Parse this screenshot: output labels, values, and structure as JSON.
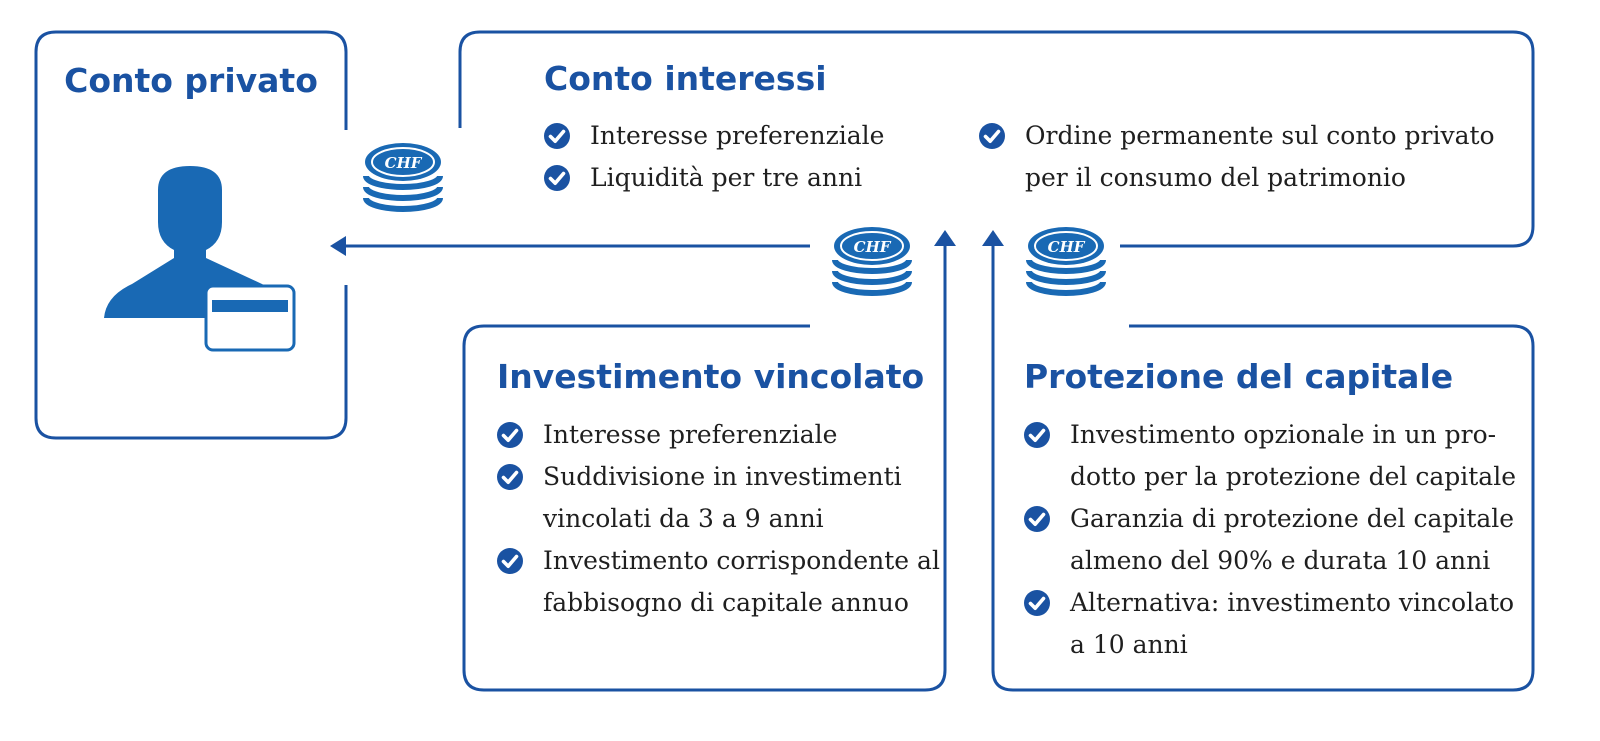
{
  "colors": {
    "accent": "#1a52a2",
    "icon_fill": "#1969b4",
    "text": "#1f1f1f"
  },
  "icons": {
    "person": "user-card-icon",
    "coin": "chf-coin-stack-icon",
    "check": "check-circle-icon"
  },
  "coin_label": "CHF",
  "conto_privato": {
    "title": "Conto privato"
  },
  "conto_interessi": {
    "title": "Conto interessi",
    "items_left": [
      "Interesse preferenziale",
      "Liquidità per tre anni"
    ],
    "items_right": [
      {
        "line1": "Ordine permanente sul conto privato",
        "line2": "per il consumo del patrimonio"
      }
    ]
  },
  "investimento_vincolato": {
    "title": "Investimento vincolato",
    "items": [
      {
        "line1": "Interesse preferenziale",
        "line2": ""
      },
      {
        "line1": "Suddivisione in investimenti",
        "line2": "vincolati da 3 a 9 anni"
      },
      {
        "line1": "Investimento corrispondente al",
        "line2": "fabbisogno di capitale annuo"
      }
    ]
  },
  "protezione_capitale": {
    "title": "Protezione del capitale",
    "items": [
      {
        "line1": "Investimento opzionale in un pro-",
        "line2": "dotto per la protezione del capitale"
      },
      {
        "line1": "Garanzia di protezione del capitale",
        "line2": "almeno del 90% e durata 10 anni"
      },
      {
        "line1": "Alternativa: investimento vincolato",
        "line2": "a 10 anni"
      }
    ]
  }
}
